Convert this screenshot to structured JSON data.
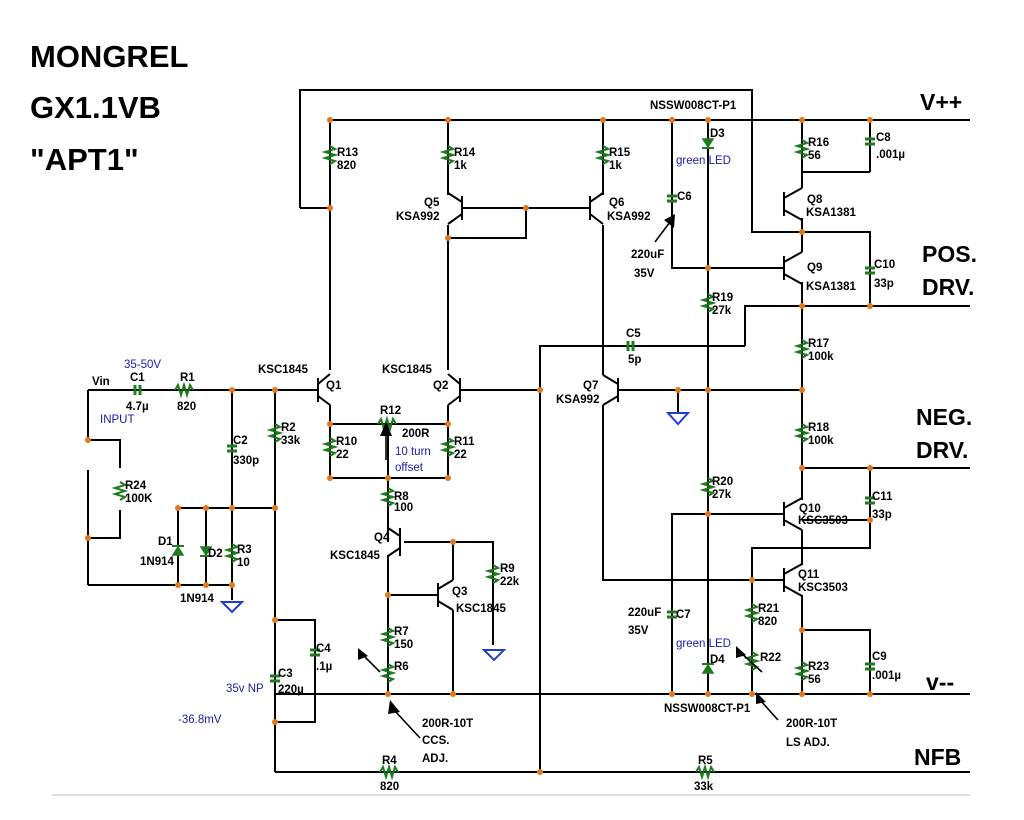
{
  "title": {
    "line1": "MONGREL",
    "line2": "GX1.1VB",
    "line3": "\"APT1\""
  },
  "nets": {
    "vpp": "V++",
    "vmm": "v--",
    "pos_drv_1": "POS.",
    "pos_drv_2": "DRV.",
    "neg_drv_1": "NEG.",
    "neg_drv_2": "DRV.",
    "nfb": "NFB"
  },
  "components": {
    "r13": {
      "ref": "R13",
      "value": "820"
    },
    "r14": {
      "ref": "R14",
      "value": "1k"
    },
    "r15": {
      "ref": "R15",
      "value": "1k"
    },
    "r16": {
      "ref": "R16",
      "value": "56"
    },
    "c8": {
      "ref": "C8",
      "value": ".001µ"
    },
    "d3": {
      "ref": "D3",
      "value": "green LED"
    },
    "q8": {
      "ref": "Q8",
      "part": "KSA1381"
    },
    "q9": {
      "ref": "Q9",
      "part": "KSA1381"
    },
    "c10": {
      "ref": "C10",
      "value": "33p"
    },
    "q5": {
      "ref": "Q5",
      "part": "KSA992"
    },
    "q6": {
      "ref": "Q6",
      "part": "KSA992"
    },
    "c6": {
      "ref": "C6",
      "value": "220uF",
      "rating": "35V"
    },
    "r19": {
      "ref": "R19",
      "value": "27k"
    },
    "c5": {
      "ref": "C5",
      "value": "5p"
    },
    "r17": {
      "ref": "R17",
      "value": "100k"
    },
    "q1": {
      "ref": "Q1",
      "part": "KSC1845"
    },
    "q2": {
      "ref": "Q2",
      "part": "KSC1845"
    },
    "q7": {
      "ref": "Q7",
      "part": "KSA992"
    },
    "r18": {
      "ref": "R18",
      "value": "100k"
    },
    "c1": {
      "ref": "C1",
      "value": "4.7µ"
    },
    "r1": {
      "ref": "R1",
      "value": "820"
    },
    "r12": {
      "ref": "R12",
      "value": "200R"
    },
    "r2": {
      "ref": "R2",
      "value": "33k"
    },
    "r10": {
      "ref": "R10",
      "value": "22"
    },
    "r11": {
      "ref": "R11",
      "value": "22"
    },
    "c2": {
      "ref": "C2",
      "value": "330p"
    },
    "r24": {
      "ref": "R24",
      "value": "100K"
    },
    "r8": {
      "ref": "R8",
      "value": "100"
    },
    "r20": {
      "ref": "R20",
      "value": "27k"
    },
    "q10": {
      "ref": "Q10",
      "part": "KSC3503"
    },
    "c11": {
      "ref": "C11",
      "value": "33p"
    },
    "d1": {
      "ref": "D1",
      "value": "1N914"
    },
    "d2": {
      "ref": "D2",
      "value": "1N914"
    },
    "r3": {
      "ref": "R3",
      "value": "10"
    },
    "q4": {
      "ref": "Q4",
      "part": "KSC1845"
    },
    "q3": {
      "ref": "Q3",
      "part": "KSC1845"
    },
    "r9": {
      "ref": "R9",
      "value": "22k"
    },
    "q11": {
      "ref": "Q11",
      "part": "KSC3503"
    },
    "c7": {
      "ref": "C7",
      "value": "220uF",
      "rating": "35V"
    },
    "r21": {
      "ref": "R21",
      "value": "820"
    },
    "r7": {
      "ref": "R7",
      "value": "150"
    },
    "r6": {
      "ref": "R6"
    },
    "c4": {
      "ref": "C4",
      "value": ".1µ"
    },
    "c3": {
      "ref": "C3",
      "value": "220µ"
    },
    "d4": {
      "ref": "D4",
      "value": "green LED"
    },
    "r22": {
      "ref": "R22"
    },
    "r23": {
      "ref": "R23",
      "value": "56"
    },
    "c9": {
      "ref": "C9",
      "value": ".001µ"
    },
    "r4": {
      "ref": "R4",
      "value": "820"
    },
    "r5": {
      "ref": "R5",
      "value": "33k"
    }
  },
  "labels": {
    "nssw_top": "NSSW008CT-P1",
    "nssw_bottom": "NSSW008CT-P1",
    "vin": "Vin",
    "supply": "35-50V",
    "input": "INPUT",
    "offset_1": "10 turn",
    "offset_2": "offset",
    "c3_np": "35v NP",
    "offset_voltage": "-36.8mV",
    "ccs_1": "200R-10T",
    "ccs_2": "CCS.",
    "ccs_3": "ADJ.",
    "ls_1": "200R-10T",
    "ls_2": "LS ADJ."
  },
  "colors": {
    "wire": "#000000",
    "component": "#1f7a1f",
    "junction": "#e07a1a",
    "ground": "#1d3fd0",
    "note": "#1a1aaa"
  },
  "icons": {
    "ground": "ground-symbol-icon",
    "arrow": "adjustment-arrow-icon"
  }
}
